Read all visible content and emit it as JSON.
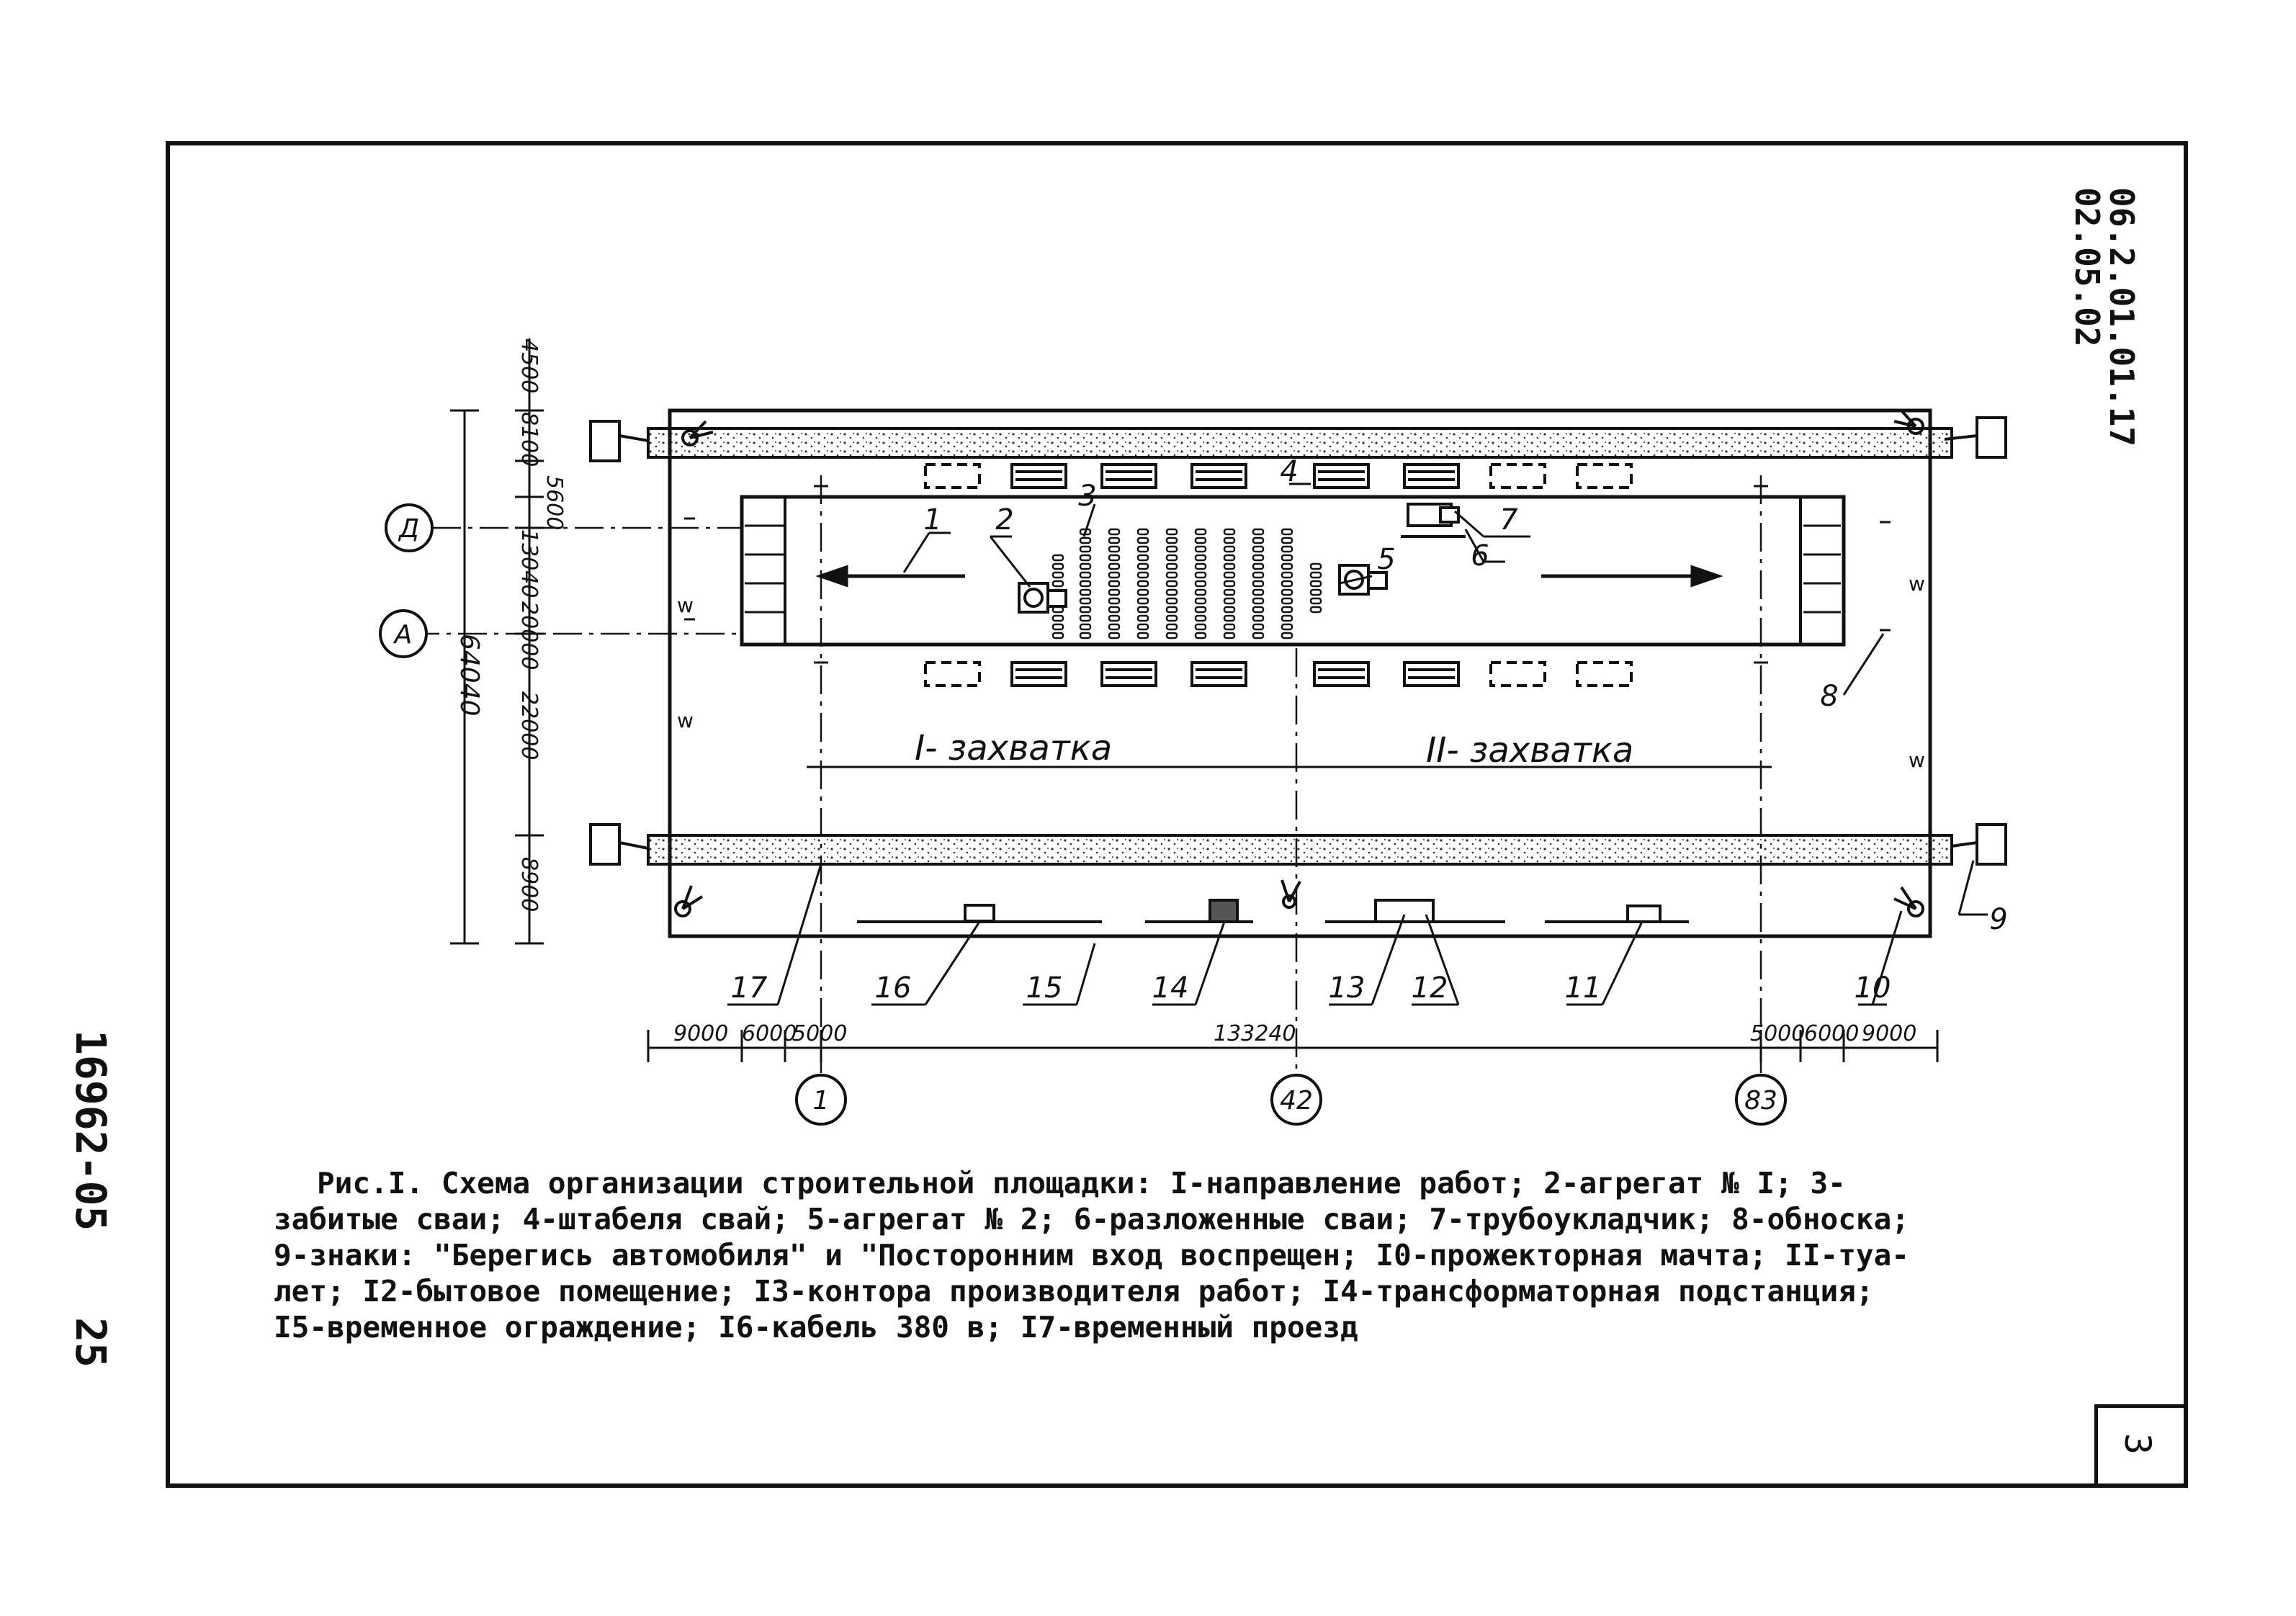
{
  "sheet": {
    "code_right_line1": "06.2.01.01.17",
    "code_right_line2": "02.05.02",
    "code_left": "16962-05",
    "page_number_left": "25",
    "page_number_box": "3"
  },
  "plan": {
    "dims_left": [
      "4500",
      "8100",
      "5600",
      "13040",
      "20000",
      "22000",
      "8900"
    ],
    "total_height": "64040",
    "dims_bottom": [
      "9000",
      "6000",
      "5000",
      "133240",
      "5000",
      "6000",
      "9000"
    ],
    "axes_rows": [
      "Д",
      "А"
    ],
    "axes_cols": [
      "1",
      "42",
      "83"
    ],
    "zone1_label": "I- захватка",
    "zone2_label": "II- захватка",
    "callouts": [
      "1",
      "2",
      "3",
      "4",
      "5",
      "6",
      "7",
      "8",
      "9",
      "10",
      "11",
      "12",
      "13",
      "14",
      "15",
      "16",
      "17"
    ]
  },
  "caption": {
    "lines": [
      "Рис.I. Схема организации строительной площадки: I-направление работ; 2-агрегат № I; 3-",
      "забитые сваи; 4-штабеля свай; 5-агрегат № 2; 6-разложенные сваи; 7-трубоукладчик; 8-обноска;",
      "9-знаки: \"Берегись автомобиля\" и \"Посторонним вход воспрещен; I0-прожекторная мачта; II-туа-",
      "лет; I2-бытовое помещение; I3-контора производителя работ; I4-трансформаторная подстанция;",
      "I5-временное ограждение; I6-кабель 380 в; I7-временный проезд"
    ]
  }
}
